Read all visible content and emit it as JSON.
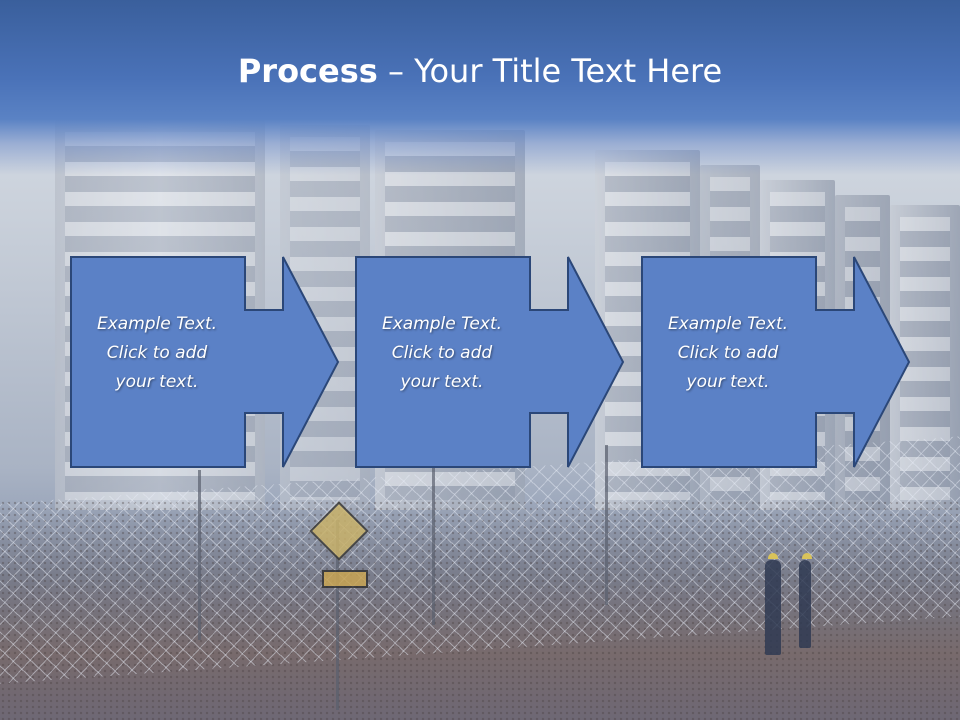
{
  "slide": {
    "title_bold": "Process",
    "title_rest": " – Your Title Text Here"
  },
  "steps": [
    {
      "text": "Example Text.\nClick  to add\nyour text."
    },
    {
      "text": "Example Text.\nClick  to add\nyour text."
    },
    {
      "text": "Example Text.\nClick  to add\nyour text."
    }
  ],
  "colors": {
    "title_bar": "#4a72b8",
    "step_fill": "#5b81c6",
    "step_border": "#2b4778",
    "text": "#ffffff"
  }
}
